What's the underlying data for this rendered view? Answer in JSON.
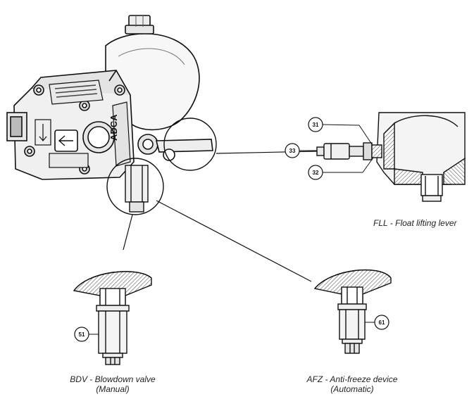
{
  "captions": {
    "fll": "FLL - Float lifting lever",
    "bdv_line1": "BDV - Blowdown valve",
    "bdv_line2": "(Manual)",
    "afz_line1": "AFZ - Anti-freeze device",
    "afz_line2": "(Automatic)"
  },
  "callouts": {
    "c31": "31",
    "c32": "32",
    "c33": "33",
    "c51": "51",
    "c61": "61"
  },
  "logo": "ADCA",
  "colors": {
    "line": "#111111",
    "hatch": "#555555",
    "body_fill": "#f2f2f2",
    "shade": "#d9d9d9"
  }
}
